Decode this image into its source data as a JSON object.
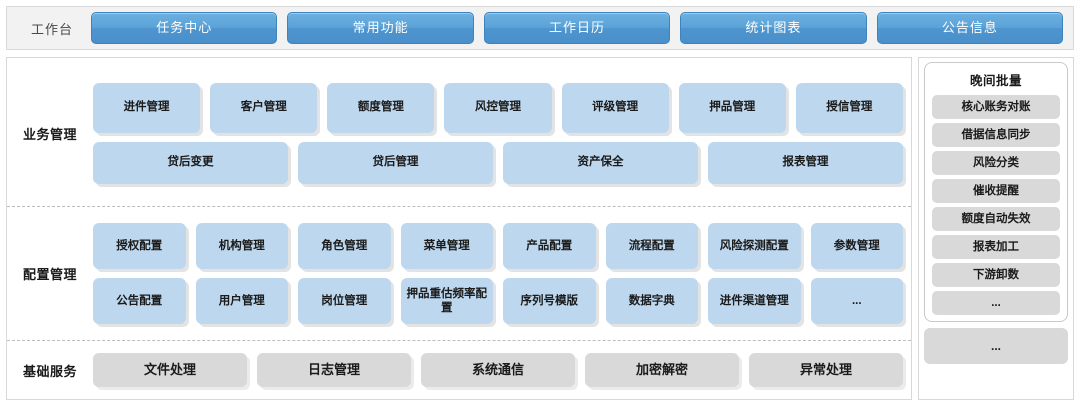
{
  "header": {
    "workbench_label": "工作台",
    "tabs": [
      {
        "label": "任务中心"
      },
      {
        "label": "常用功能"
      },
      {
        "label": "工作日历"
      },
      {
        "label": "统计图表"
      },
      {
        "label": "公告信息"
      }
    ]
  },
  "sections": [
    {
      "id": "business",
      "label": "业务管理",
      "rows": [
        {
          "style": "blue",
          "tiles": [
            {
              "label": "进件管理"
            },
            {
              "label": "客户管理"
            },
            {
              "label": "额度管理"
            },
            {
              "label": "风控管理"
            },
            {
              "label": "评级管理"
            },
            {
              "label": "押品管理"
            },
            {
              "label": "授信管理"
            }
          ]
        },
        {
          "style": "blue",
          "tiles": [
            {
              "label": "贷后变更"
            },
            {
              "label": "贷后管理"
            },
            {
              "label": "资产保全"
            },
            {
              "label": "报表管理"
            }
          ]
        }
      ]
    },
    {
      "id": "config",
      "label": "配置管理",
      "rows": [
        {
          "style": "blue",
          "tiles": [
            {
              "label": "授权配置"
            },
            {
              "label": "机构管理"
            },
            {
              "label": "角色管理"
            },
            {
              "label": "菜单管理"
            },
            {
              "label": "产品配置"
            },
            {
              "label": "流程配置"
            },
            {
              "label": "风险探测配置"
            },
            {
              "label": "参数管理"
            }
          ]
        },
        {
          "style": "blue",
          "tiles": [
            {
              "label": "公告配置"
            },
            {
              "label": "用户管理"
            },
            {
              "label": "岗位管理"
            },
            {
              "label": "押品重估频率配置"
            },
            {
              "label": "序列号模版"
            },
            {
              "label": "数据字典"
            },
            {
              "label": "进件渠道管理"
            },
            {
              "label": "..."
            }
          ]
        }
      ]
    },
    {
      "id": "base",
      "label": "基础服务",
      "rows": [
        {
          "style": "grey",
          "tiles": [
            {
              "label": "文件处理"
            },
            {
              "label": "日志管理"
            },
            {
              "label": "系统通信"
            },
            {
              "label": "加密解密"
            },
            {
              "label": "异常处理"
            }
          ]
        }
      ]
    }
  ],
  "right_panel": {
    "batch_title": "晚间批量",
    "batch_items": [
      {
        "label": "核心账务对账"
      },
      {
        "label": "借据信息同步"
      },
      {
        "label": "风险分类"
      },
      {
        "label": "催收提醒"
      },
      {
        "label": "额度自动失效"
      },
      {
        "label": "报表加工"
      },
      {
        "label": "下游卸数"
      },
      {
        "label": "..."
      }
    ],
    "more_label": "..."
  },
  "colors": {
    "tab_blue": "#5aa2d8",
    "tile_blue": "#bdd7ee",
    "tile_grey": "#d9d9d9",
    "header_bg": "#f2f2f2",
    "border": "#d8d8d8"
  }
}
